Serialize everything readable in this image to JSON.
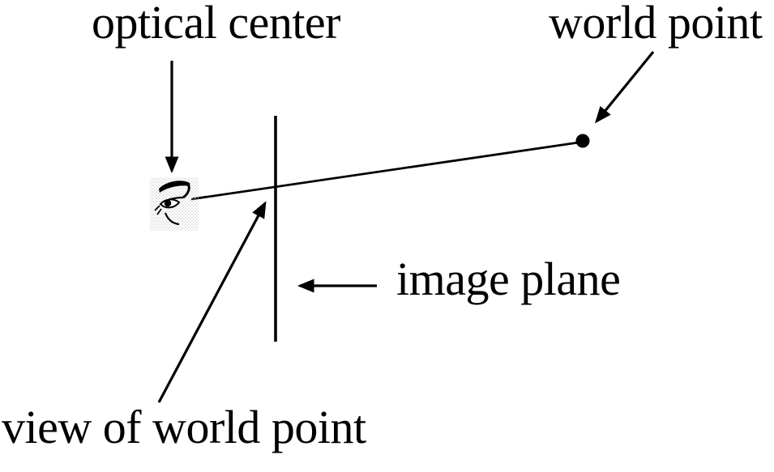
{
  "colors": {
    "background": "#ffffff",
    "ink": "#000000",
    "eye_stipple": "#c3c3c3"
  },
  "labels": {
    "optical_center": "optical center",
    "world_point": "world point",
    "image_plane": "image plane",
    "view_of_world_point": "view of world point"
  }
}
